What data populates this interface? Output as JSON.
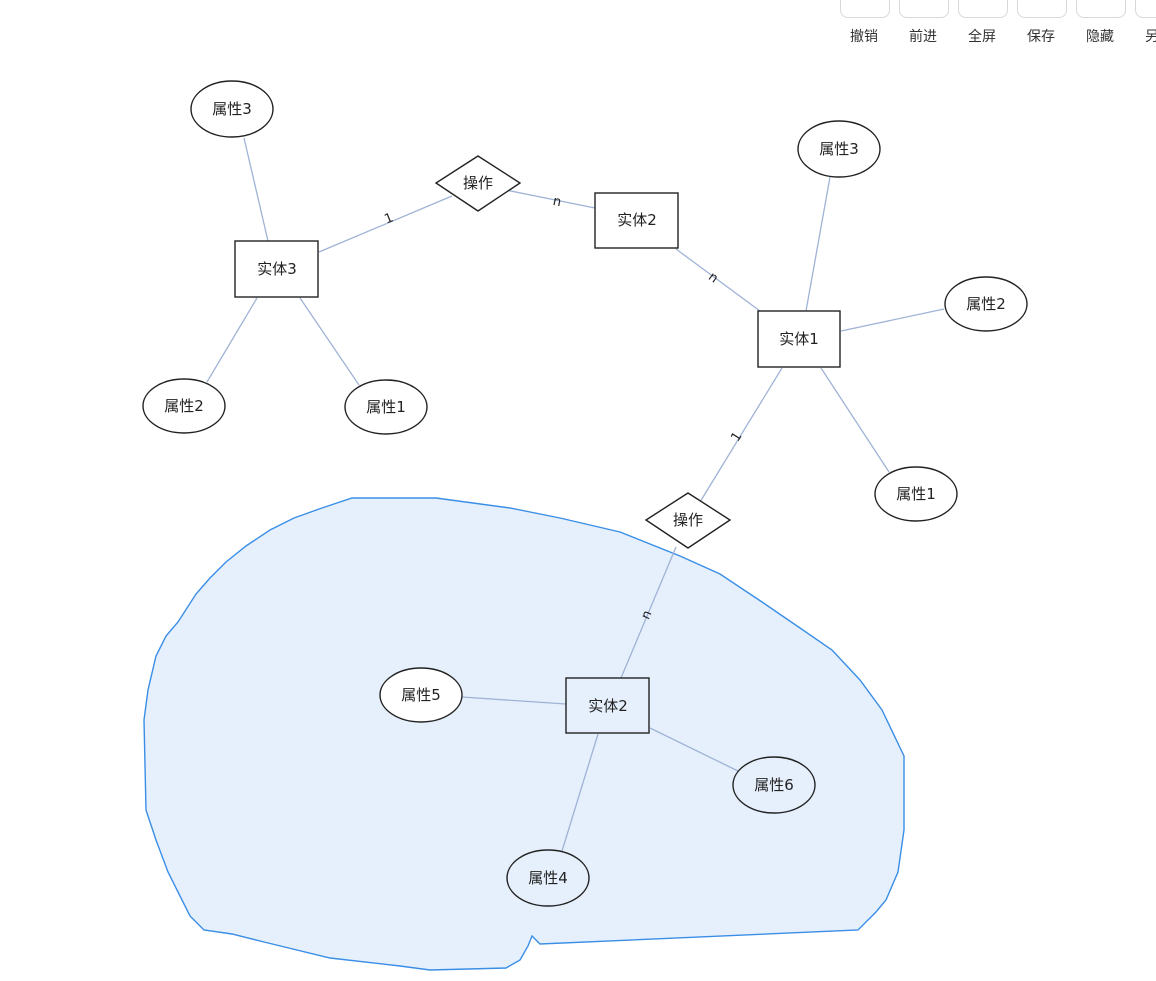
{
  "toolbar": {
    "undo_label": "撤销",
    "redo_label": "前进",
    "fullscreen_label": "全屏",
    "save_label": "保存",
    "hide_label": "隐藏",
    "saveas_label": "另存"
  },
  "diagram": {
    "colors": {
      "edge": "#9fb3d6",
      "node_stroke": "#222222",
      "selection_fill": "#e6f0fc",
      "selection_stroke": "#3a8ee6"
    },
    "entity3": {
      "name": "实体3",
      "attr3": "属性3",
      "attr2": "属性2",
      "attr1": "属性1"
    },
    "relation1": {
      "name": "操作",
      "card_left": "1",
      "card_right": "n"
    },
    "entity2_top": {
      "name": "实体2",
      "card_to_e1": "n"
    },
    "entity1": {
      "name": "实体1",
      "attr3": "属性3",
      "attr2": "属性2",
      "attr1": "属性1",
      "card_to_rel": "1"
    },
    "relation2": {
      "name": "操作",
      "card_to_e2": "n"
    },
    "entity2_bottom": {
      "name": "实体2",
      "attr5": "属性5",
      "attr6": "属性6",
      "attr4": "属性4"
    }
  }
}
